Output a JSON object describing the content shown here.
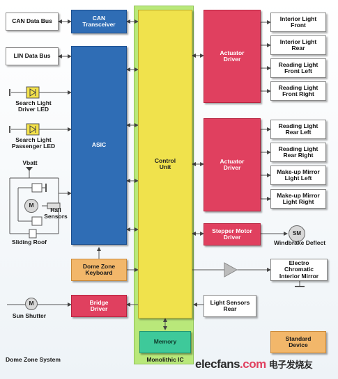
{
  "blocks": {
    "can_data_bus": "CAN Data Bus",
    "can_transceiver": "CAN\nTransceiver",
    "lin_data_bus": "LIN Data Bus",
    "asic": "ASIC",
    "control_unit": "Control\nUnit",
    "actuator_driver_1": "Actuator\nDriver",
    "actuator_driver_2": "Actuator\nDriver",
    "stepper_motor_driver": "Stepper Motor\nDriver",
    "dome_zone_keyboard": "Dome Zone\nKeyboard",
    "bridge_driver": "Bridge\nDriver",
    "memory": "Memory",
    "light_sensors_rear": "Light Sensors\nRear",
    "electro_chromatic_mirror": "Electro\nChromatic\nInterior Mirror",
    "standard_device": "Standard\nDevice"
  },
  "outputs": [
    "Interior Light\nFront",
    "Interior Light\nRear",
    "Reading Light\nFront Left",
    "Reading Light\nFront Right",
    "Reading Light\nRear Left",
    "Reading Light\nRear Right",
    "Make-up Mirror\nLight Left",
    "Make-up Mirror\nLight Right"
  ],
  "labels": {
    "search_light_driver": "Search Light\nDriver LED",
    "search_light_passenger": "Search Light\nPassenger LED",
    "vbatt": "Vbatt",
    "hall_sensors": "Hall\nSensors",
    "sliding_roof": "Sliding Roof",
    "sun_shutter": "Sun Shutter",
    "windbrake_deflect": "Windbrake Deflect",
    "dome_zone_system": "Dome Zone System",
    "monolithic_ic": "Monolithic IC"
  },
  "symbols": {
    "motor": "M",
    "stepper_motor": "SM"
  },
  "watermark": {
    "brand": "elecfans",
    "tld": ".com",
    "chinese": "电子发烧友"
  }
}
